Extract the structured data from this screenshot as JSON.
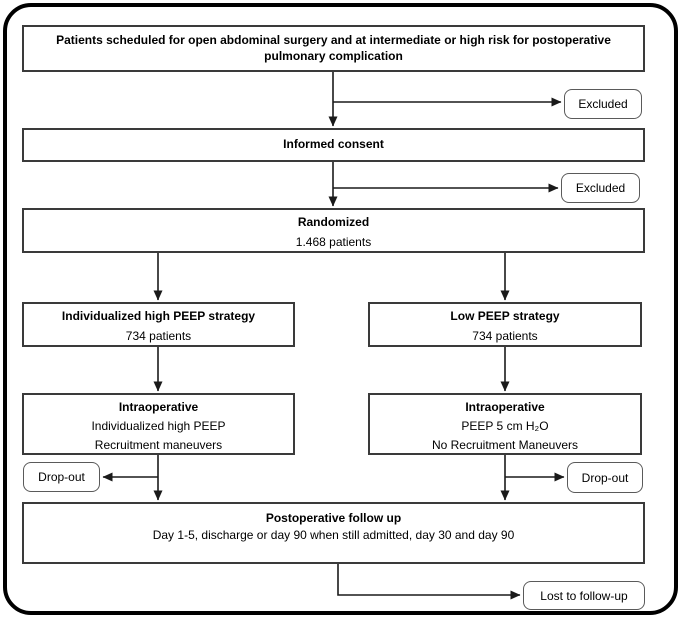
{
  "diagram": {
    "type": "consort-flowchart",
    "colors": {
      "outer_border": "#000000",
      "box_border": "#3a3a3a",
      "side_box_border": "#5a5a5a",
      "arrow": "#1a1a1a",
      "background": "#ffffff",
      "text": "#000000"
    },
    "boxes": {
      "eligibility": {
        "text": "Patients scheduled for open abdominal surgery and at intermediate or high risk for postoperative pulmonary complication"
      },
      "informed_consent": {
        "text": "Informed consent"
      },
      "randomized": {
        "title": "Randomized",
        "count": "1.468 patients"
      },
      "high_peep_strategy": {
        "title": "Individualized high PEEP strategy",
        "count": "734 patients"
      },
      "low_peep_strategy": {
        "title": "Low PEEP strategy",
        "count": "734 patients"
      },
      "intraop_high": {
        "title": "Intraoperative",
        "lines": [
          "Individualized high PEEP",
          "Recruitment maneuvers"
        ]
      },
      "intraop_low": {
        "title": "Intraoperative",
        "lines": [
          "PEEP 5 cm H₂O",
          "No Recruitment Maneuvers"
        ]
      },
      "postop_followup": {
        "title": "Postoperative follow up",
        "subtitle": "Day 1-5, discharge or day 90 when still admitted, day 30 and day 90"
      },
      "excluded_top": {
        "label": "Excluded"
      },
      "excluded_mid": {
        "label": "Excluded"
      },
      "dropout_left": {
        "label": "Drop-out"
      },
      "dropout_right": {
        "label": "Drop-out"
      },
      "lost_to_followup": {
        "label": "Lost to follow-up"
      }
    }
  }
}
